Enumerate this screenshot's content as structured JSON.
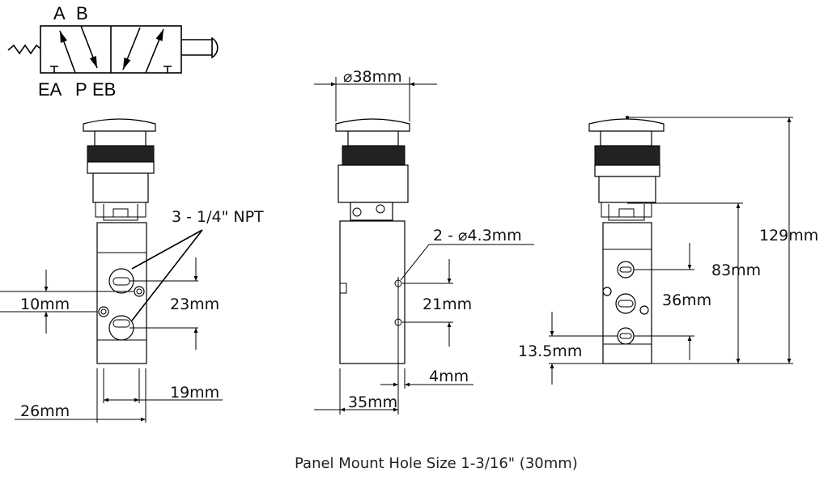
{
  "symbol": {
    "port_a": "A",
    "port_b": "B",
    "port_ea": "EA",
    "port_p": "P",
    "port_eb": "EB"
  },
  "front_view": {
    "ports_label": "3 - 1/4\" NPT",
    "dim_10": "10mm",
    "dim_23": "23mm",
    "dim_19": "19mm",
    "dim_26": "26mm"
  },
  "side_view": {
    "dim_diameter": "⌀38mm",
    "holes_label": "2 - ⌀4.3mm",
    "dim_21": "21mm",
    "dim_4": "4mm",
    "dim_35": "35mm"
  },
  "rear_view": {
    "dim_129": "129mm",
    "dim_83": "83mm",
    "dim_36": "36mm",
    "dim_13_5": "13.5mm"
  },
  "caption": "Panel Mount Hole Size 1-3/16\" (30mm)"
}
